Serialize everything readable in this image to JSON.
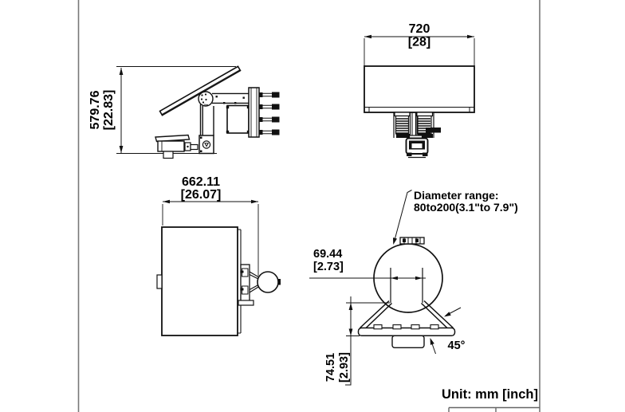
{
  "sheet": {
    "unit_label": "Unit: mm [inch]"
  },
  "side_view": {
    "height_mm": "579.76",
    "height_in": "[22.83]"
  },
  "front_view": {
    "width_mm": "720",
    "width_in": "[28]"
  },
  "top_view": {
    "width_mm": "662.11",
    "width_in": "[26.07]"
  },
  "pole_mount": {
    "note_line1": "Diameter range:",
    "note_line2": "80to200(3.1\"to 7.9\")",
    "offset_mm": "69.44",
    "offset_in": "[2.73]",
    "height_mm": "74.51",
    "height_in": "[2.93]",
    "angle_label": "45°"
  },
  "colors": {
    "ink": "#111111",
    "frame": "#777777",
    "background": "#ffffff"
  }
}
